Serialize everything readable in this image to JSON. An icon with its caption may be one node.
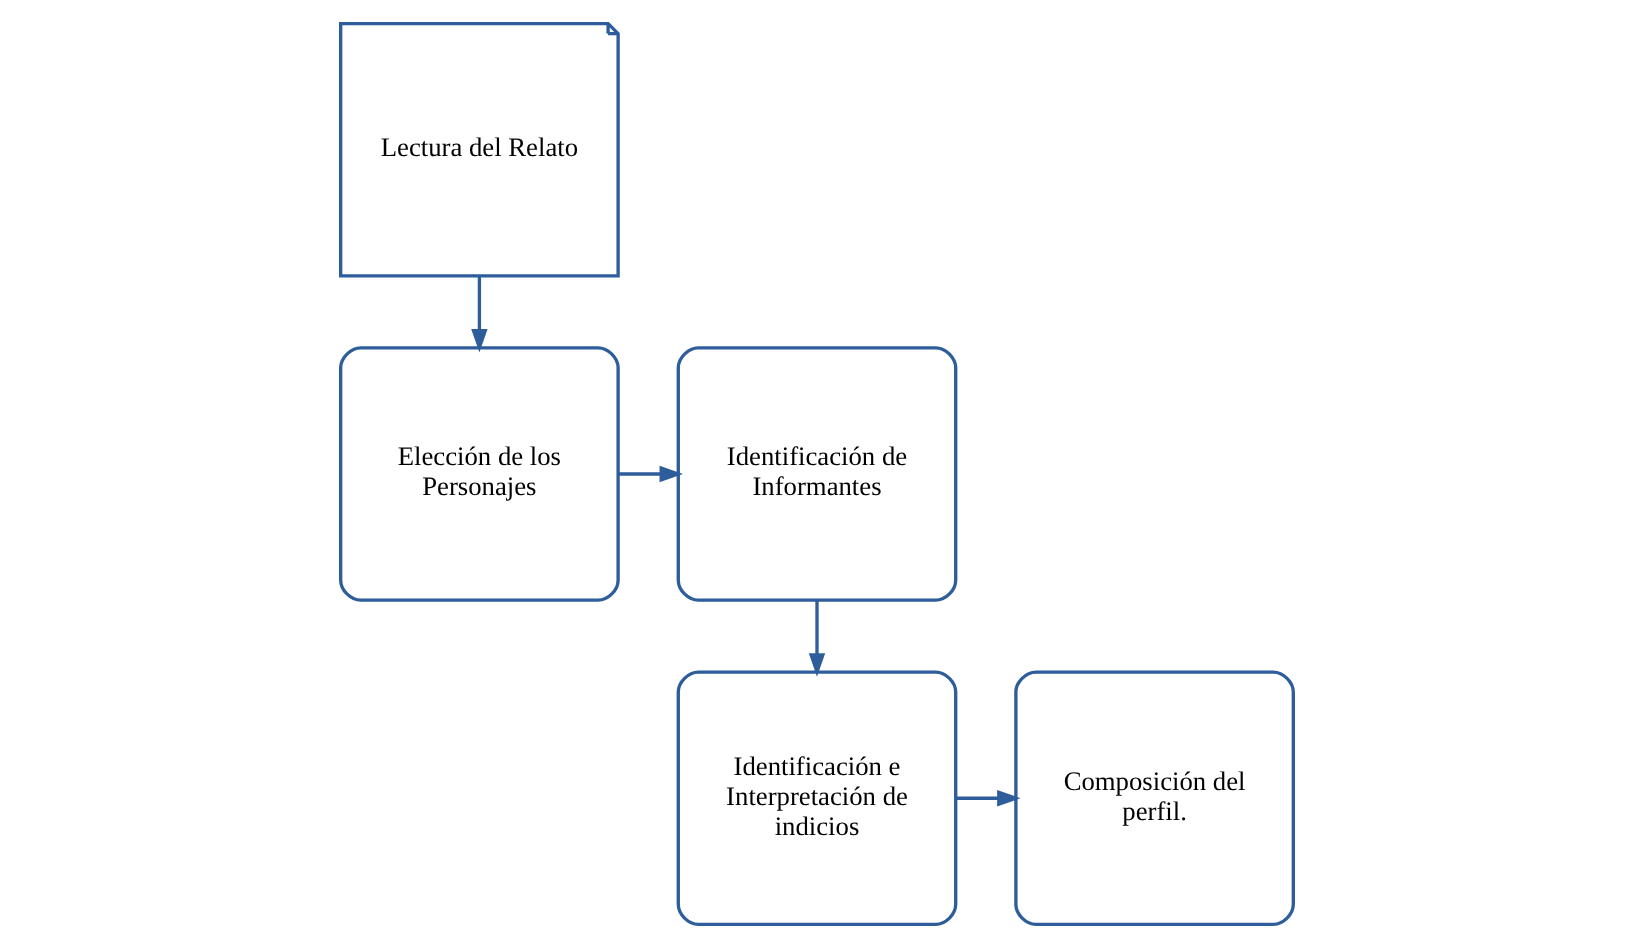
{
  "diagram": {
    "nodes": [
      {
        "text": [
          "Lectura del Relato"
        ]
      },
      {
        "text": [
          "Identificación e Interpretación de indicios"
        ]
      },
      {
        "text": [
          "Composición del perfil."
        ]
      },
      {
        "text": [
          "Elección de los Personajes"
        ]
      },
      {
        "text": [
          "Identificación de Informantes"
        ]
      }
    ],
    "edges": [
      {
        "from": 0,
        "to": 3,
        "arrow": "to"
      },
      {
        "from": 3,
        "to": 4,
        "arrow": "to"
      },
      {
        "from": 4,
        "to": 1,
        "arrow": "to"
      },
      {
        "from": 1,
        "to": 2,
        "arrow": "to"
      }
    ]
  }
}
